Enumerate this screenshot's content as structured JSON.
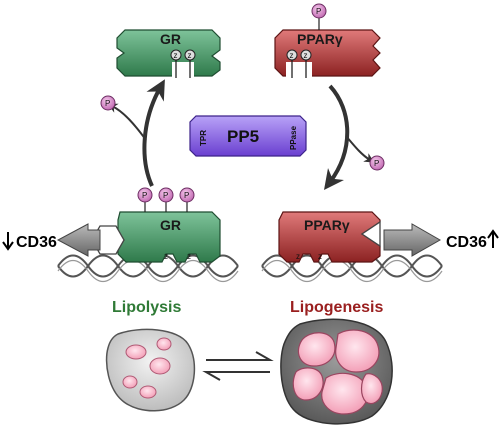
{
  "labels": {
    "gr_top": "GR",
    "ppar_top": "PPARγ",
    "pp5": "PP5",
    "tpr": "TPR",
    "ppase": "PPase",
    "gr_bottom": "GR",
    "ppar_bottom": "PPARγ",
    "cd36_left": "CD36",
    "cd36_right": "CD36",
    "lipolysis": "Lipolysis",
    "lipogenesis": "Lipogenesis",
    "p": "P",
    "z": "z"
  },
  "colors": {
    "gr_green": "#3f8f5c",
    "ppar_red": "#b23b3b",
    "pp5_purple": "#7b55d8",
    "lipolysis_text": "#2f7a36",
    "lipogenesis_text": "#9a1f1f",
    "phospho_pink": "#d986c8"
  },
  "icons": {
    "down_arrow": "down-arrow-icon",
    "up_arrow": "up-arrow-icon"
  }
}
